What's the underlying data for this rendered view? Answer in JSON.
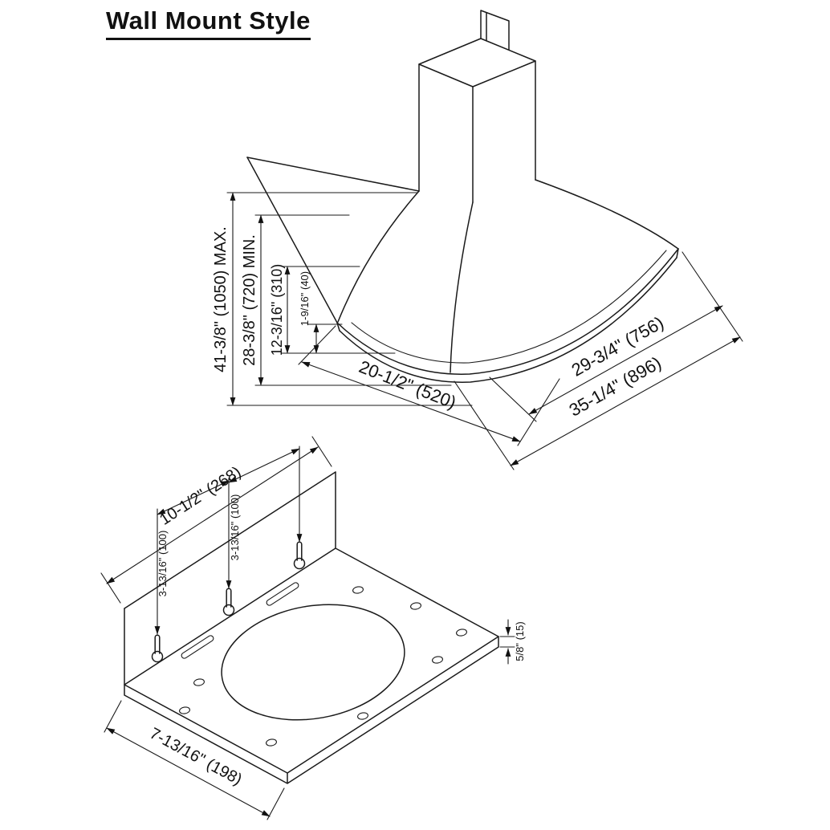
{
  "title": "Wall Mount Style",
  "hood": {
    "description": "Wall mount range hood isometric drawing",
    "dims": {
      "max_height": "41-3/8\" (1050) MAX.",
      "min_height": "28-3/8\" (720) MIN.",
      "body_height": "12-3/16\" (310)",
      "rim_height": "1-9/16\" (40)",
      "depth": "20-1/2\" (520)",
      "width_top": "29-3/4\" (756)",
      "width_bottom": "35-1/4\" (896)"
    }
  },
  "plate": {
    "description": "Mounting plate isometric drawing",
    "dims": {
      "width": "10-1/2\" (268)",
      "keyhole_spacing_left": "3-13/16\" (100)",
      "keyhole_spacing_right": "3-13/16\" (100)",
      "thickness": "5/8\" (15)",
      "depth": "7-13/16\" (198)"
    }
  }
}
